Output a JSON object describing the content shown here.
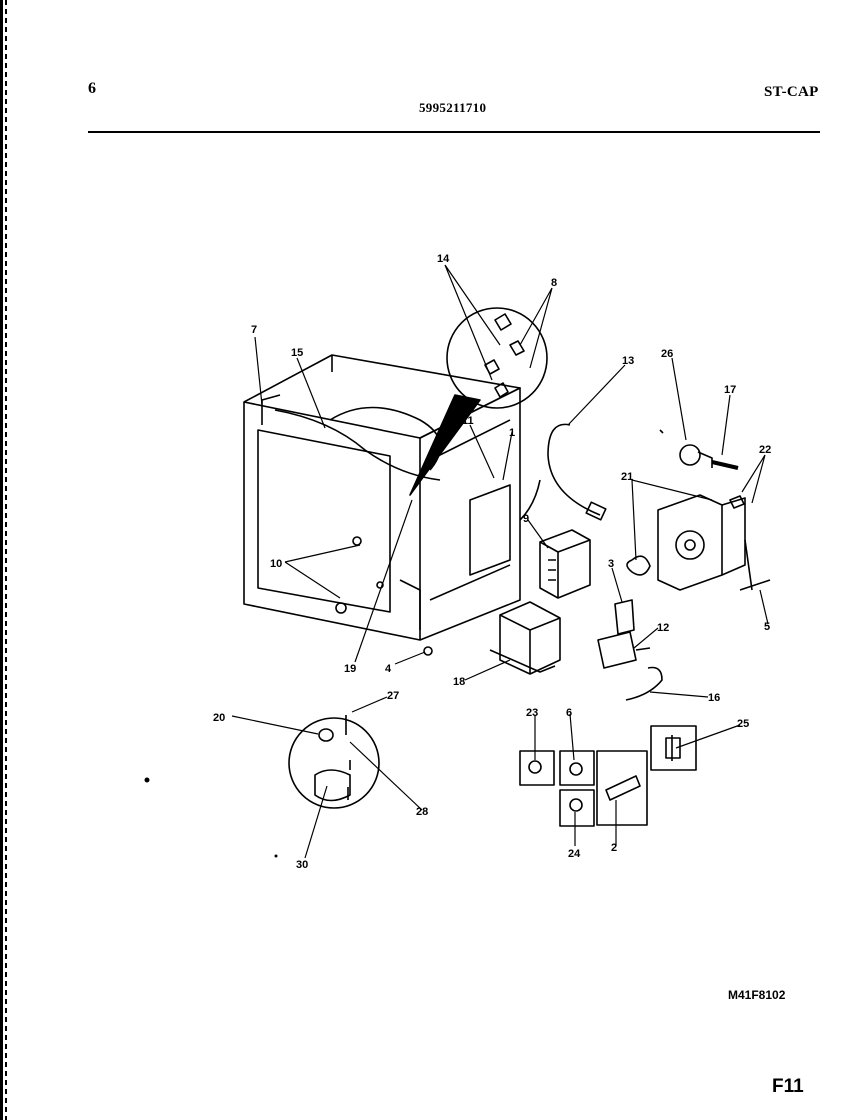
{
  "header": {
    "page_number": "6",
    "part_number": "5995211710",
    "model_code": "ST-CAP"
  },
  "callouts": [
    {
      "id": "c7",
      "label": "7"
    },
    {
      "id": "c15",
      "label": "15"
    },
    {
      "id": "c14",
      "label": "14"
    },
    {
      "id": "c8a",
      "label": "8"
    },
    {
      "id": "c13",
      "label": "13"
    },
    {
      "id": "c26",
      "label": "26"
    },
    {
      "id": "c17",
      "label": "17"
    },
    {
      "id": "c22",
      "label": "22"
    },
    {
      "id": "c11",
      "label": "11"
    },
    {
      "id": "c1",
      "label": "1"
    },
    {
      "id": "c9",
      "label": "9"
    },
    {
      "id": "c21",
      "label": "21"
    },
    {
      "id": "c10",
      "label": "10"
    },
    {
      "id": "c3",
      "label": "3"
    },
    {
      "id": "c5",
      "label": "5"
    },
    {
      "id": "c12",
      "label": "12"
    },
    {
      "id": "c19",
      "label": "19"
    },
    {
      "id": "c4",
      "label": "4"
    },
    {
      "id": "c18",
      "label": "18"
    },
    {
      "id": "c16",
      "label": "16"
    },
    {
      "id": "c27",
      "label": "27"
    },
    {
      "id": "c20",
      "label": "20"
    },
    {
      "id": "c23",
      "label": "23"
    },
    {
      "id": "c6",
      "label": "6"
    },
    {
      "id": "c25",
      "label": "25"
    },
    {
      "id": "c28",
      "label": "28"
    },
    {
      "id": "c24",
      "label": "24"
    },
    {
      "id": "c2",
      "label": "2"
    },
    {
      "id": "c30",
      "label": "30"
    }
  ],
  "footer": {
    "diagram_code": "M41F8102",
    "figure_label": "F11"
  }
}
